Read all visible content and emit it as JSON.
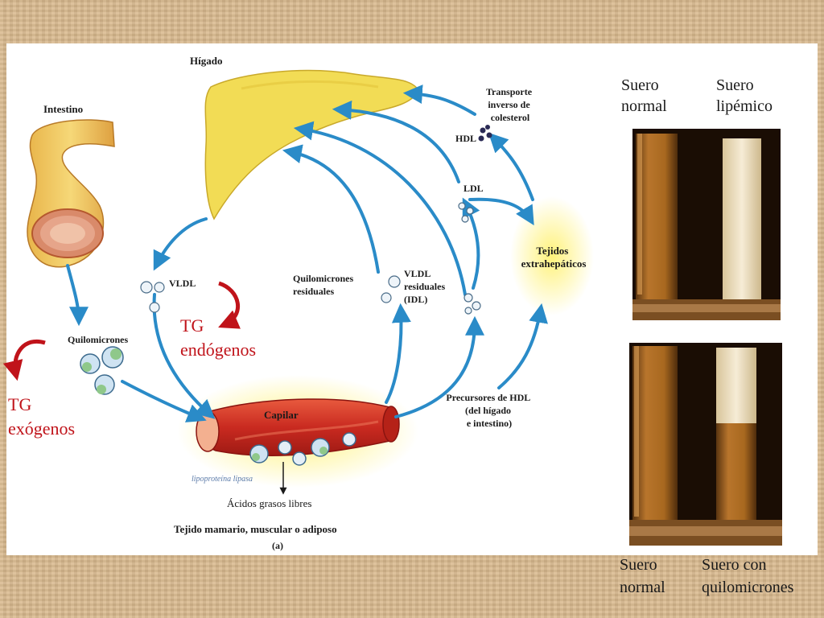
{
  "diagram": {
    "organs": {
      "liver": "Hígado",
      "intestine": "Intestino",
      "tissues_extra": [
        "Tejidos",
        "extrahepáticos"
      ],
      "capillary": "Capilar",
      "lipase": "lipoproteína lipasa",
      "free_fatty_acids": "Ácidos grasos libres",
      "bottom_tissues": "Tejido mamario, muscular o adiposo",
      "panel_label": "(a)"
    },
    "particles": {
      "vldl": "VLDL",
      "chylomicrons": "Quilomicrones",
      "remnants": [
        "Quilomicrones",
        "residuales"
      ],
      "vldl_remnants": [
        "VLDL",
        "residuales",
        "(IDL)"
      ],
      "ldl": "LDL",
      "hdl": "HDL",
      "reverse_transport": [
        "Transporte",
        "inverso de",
        "colesterol"
      ],
      "hdl_precursors": [
        "Precursores de HDL",
        "(del hígado",
        "e intestino)"
      ]
    },
    "annotations": {
      "tg_endogenous": [
        "TG",
        "endógenos"
      ],
      "tg_exogenous": [
        "TG",
        "exógenos"
      ]
    }
  },
  "photos": {
    "top_left": [
      "Suero",
      "normal"
    ],
    "top_right": [
      "Suero",
      "lipémico"
    ],
    "bottom_left": [
      "Suero",
      "normal"
    ],
    "bottom_right": [
      "Suero con",
      "quilomicrones"
    ]
  },
  "colors": {
    "arrow_blue": "#2a8bc8",
    "liver_yellow": "#f2dc55",
    "annotation_red": "#c0131a",
    "capillary_red": "#d4352a"
  }
}
